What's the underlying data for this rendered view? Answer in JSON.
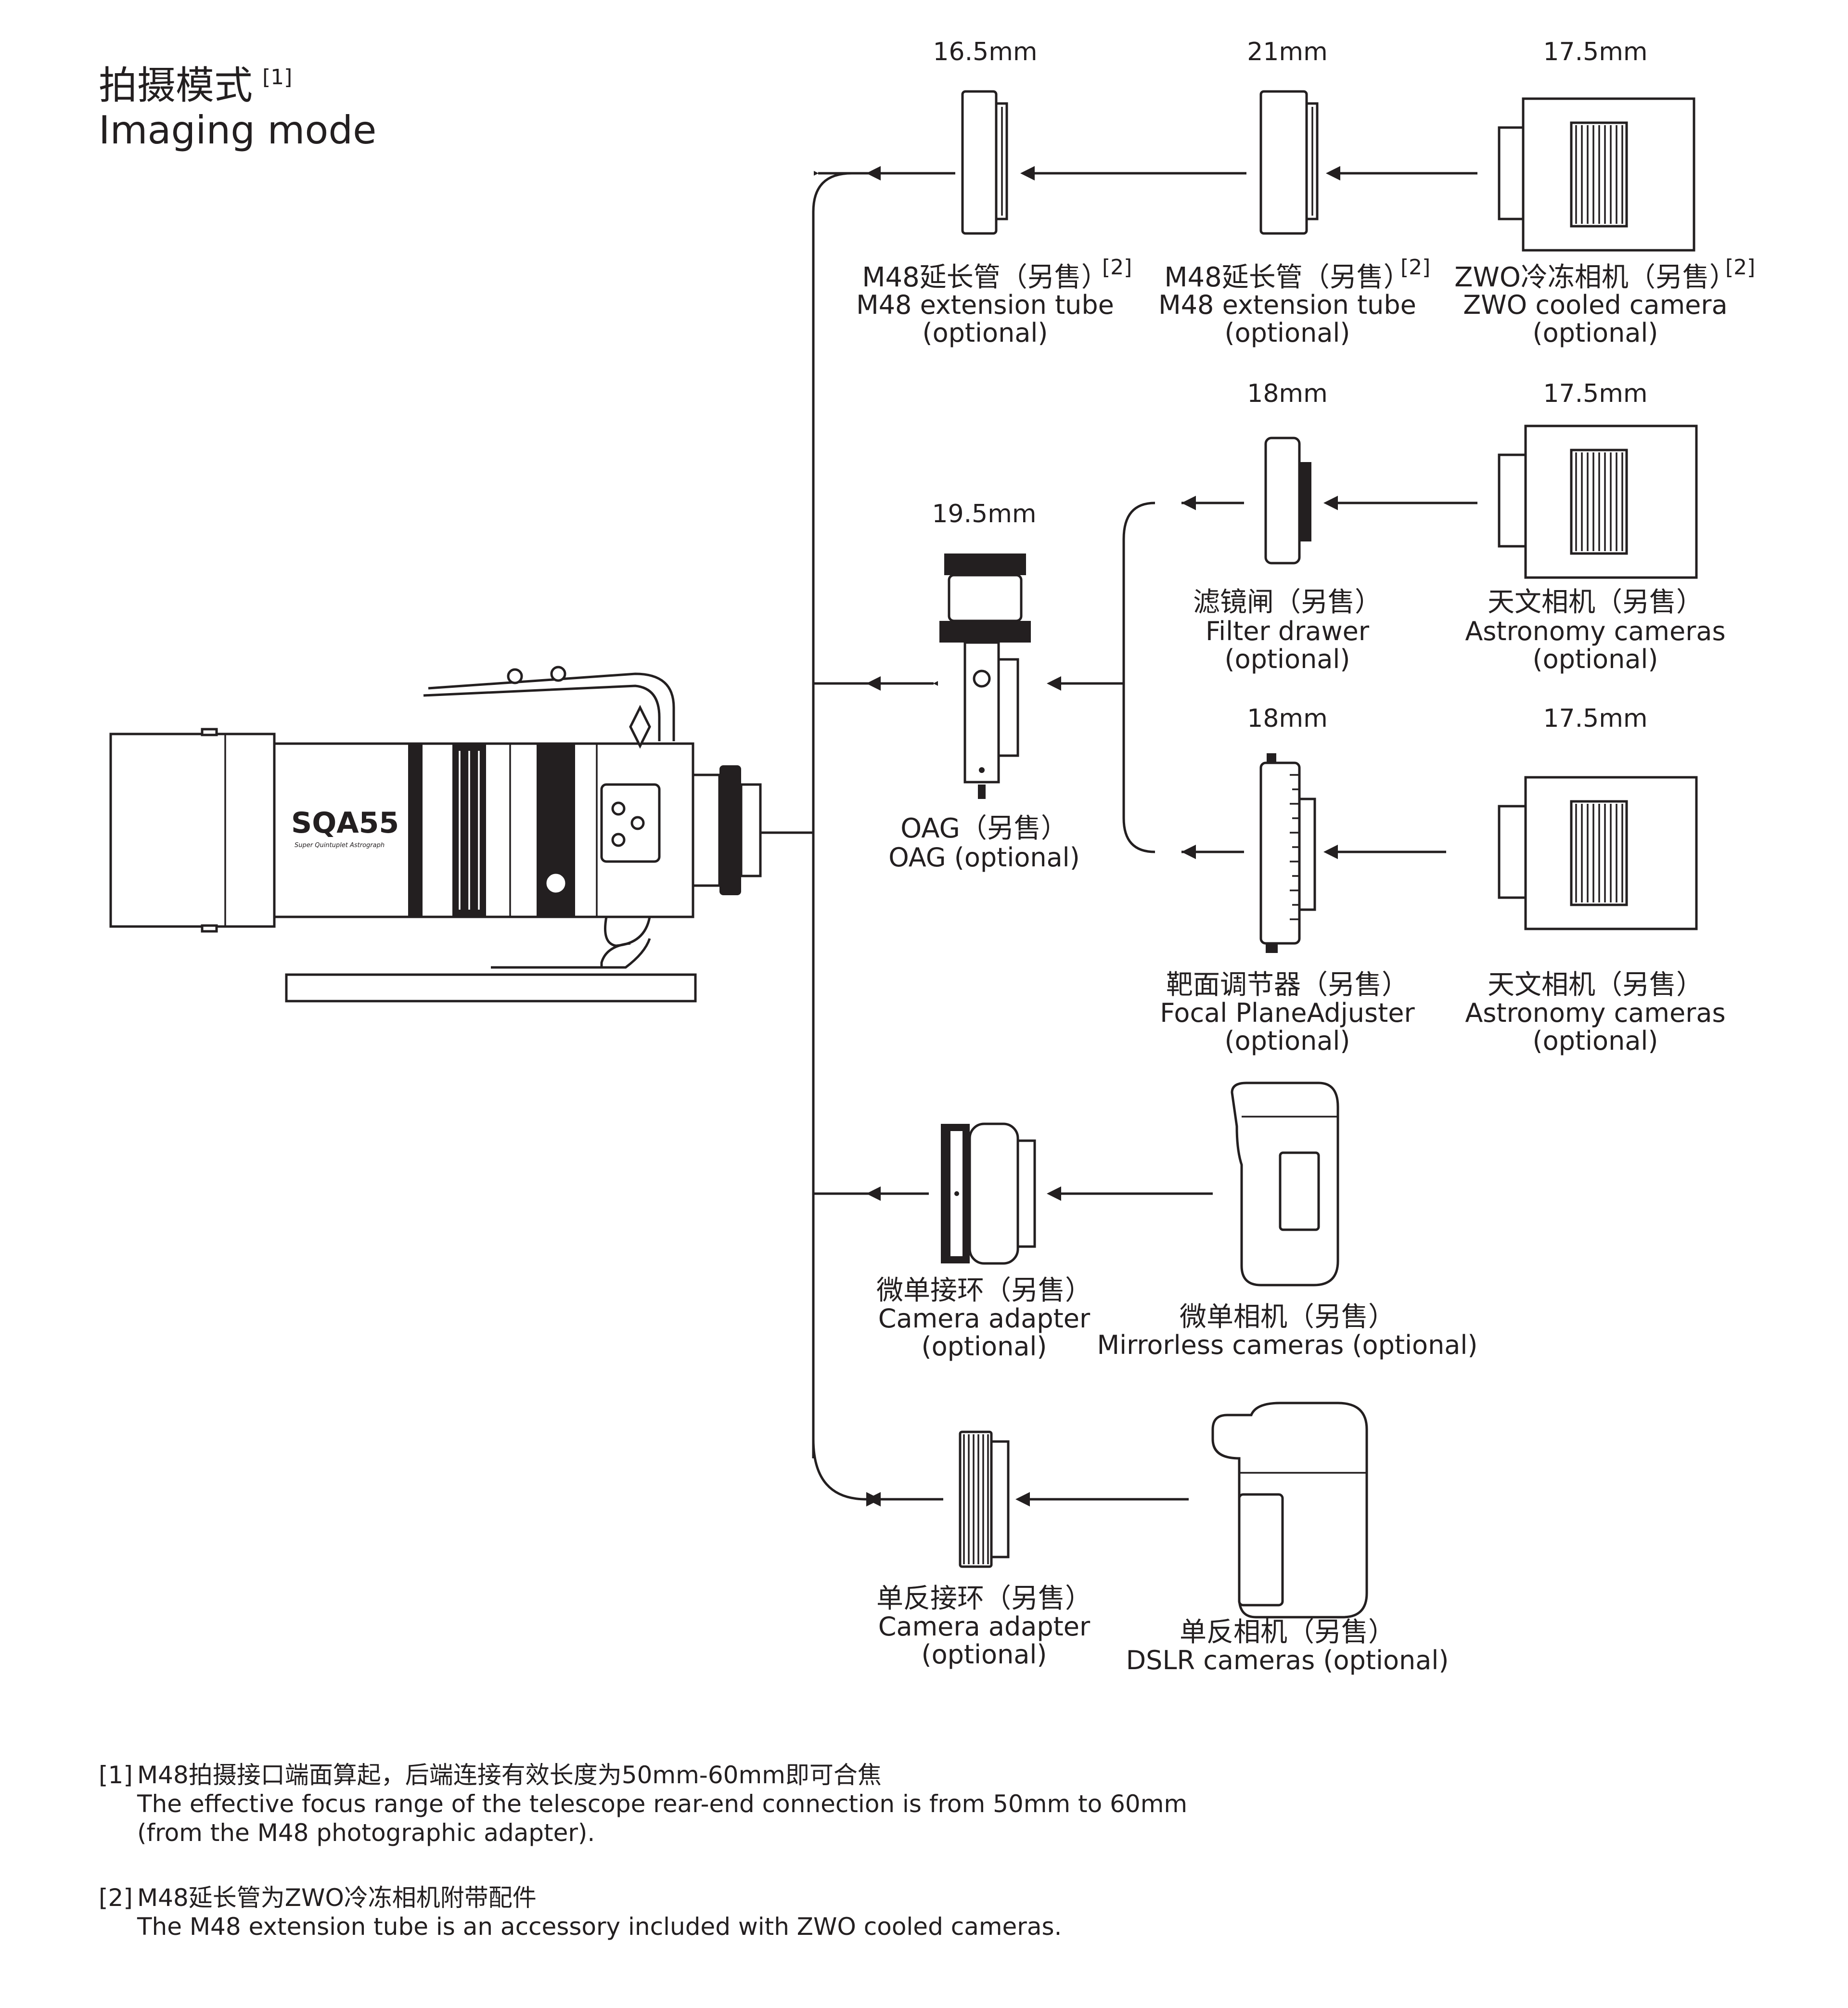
{
  "header": {
    "title_cn": "拍摄模式",
    "title_ref": "[1]",
    "title_en": "Imaging mode"
  },
  "telescope": {
    "model": "SQA55",
    "subtitle": "Super Quintuplet Astrograph"
  },
  "accessories": {
    "m48_tube_a": {
      "dim": "16.5mm",
      "cn": "M48延长管（另售）",
      "ref": "[2]",
      "en": "M48 extension tube",
      "opt": "(optional)"
    },
    "m48_tube_b": {
      "dim": "21mm",
      "cn": "M48延长管（另售）",
      "ref": "[2]",
      "en": "M48 extension tube",
      "opt": "(optional)"
    },
    "zwo_camera": {
      "dim": "17.5mm",
      "cn": "ZWO冷冻相机（另售）",
      "ref": "[2]",
      "en": "ZWO cooled camera",
      "opt": "(optional)"
    },
    "filter_drawer": {
      "dim": "18mm",
      "cn": "滤镜闸（另售）",
      "en": "Filter drawer",
      "opt": "(optional)"
    },
    "astro_camera_1": {
      "dim": "17.5mm",
      "cn": "天文相机（另售）",
      "en": "Astronomy cameras",
      "opt": "(optional)"
    },
    "oag": {
      "dim": "19.5mm",
      "cn": "OAG（另售）",
      "en": "OAG (optional)"
    },
    "focal_plane_adjuster": {
      "dim": "18mm",
      "cn": "靶面调节器（另售）",
      "en": "Focal PlaneAdjuster",
      "opt": "(optional)"
    },
    "astro_camera_2": {
      "dim": "17.5mm",
      "cn": "天文相机（另售）",
      "en": "Astronomy cameras",
      "opt": "(optional)"
    },
    "mirrorless_adapter": {
      "cn": "微单接环（另售）",
      "en": "Camera adapter",
      "opt": "(optional)"
    },
    "mirrorless_camera": {
      "cn": "微单相机（另售）",
      "en": "Mirrorless cameras (optional)"
    },
    "dslr_adapter": {
      "cn": "单反接环（另售）",
      "en": "Camera adapter",
      "opt": "(optional)"
    },
    "dslr_camera": {
      "cn": "单反相机（另售）",
      "en": "DSLR cameras  (optional)"
    }
  },
  "footnotes": [
    {
      "ref": "[1]",
      "cn": "M48拍摄接口端面算起，后端连接有效长度为50mm-60mm即可合焦",
      "en1": "The effective focus range of the telescope rear-end connection is from 50mm to 60mm",
      "en2": "(from the M48 photographic adapter)."
    },
    {
      "ref": "[2]",
      "cn": "M48延长管为ZWO冷冻相机附带配件",
      "en1": "The M48 extension tube is an accessory included with ZWO cooled cameras."
    }
  ],
  "colors": {
    "line": "#231f20",
    "background": "#ffffff"
  }
}
